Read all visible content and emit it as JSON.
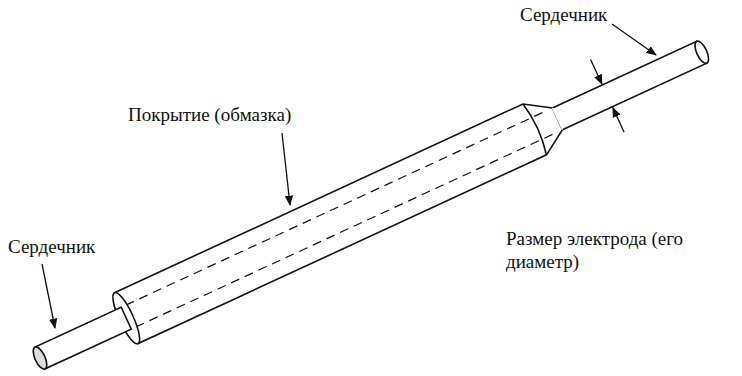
{
  "diagram": {
    "labels": [
      "Сердечник",
      "Покрытие (обмазка)",
      "Сердечник",
      "Размер электрода (его диаметр)"
    ]
  }
}
